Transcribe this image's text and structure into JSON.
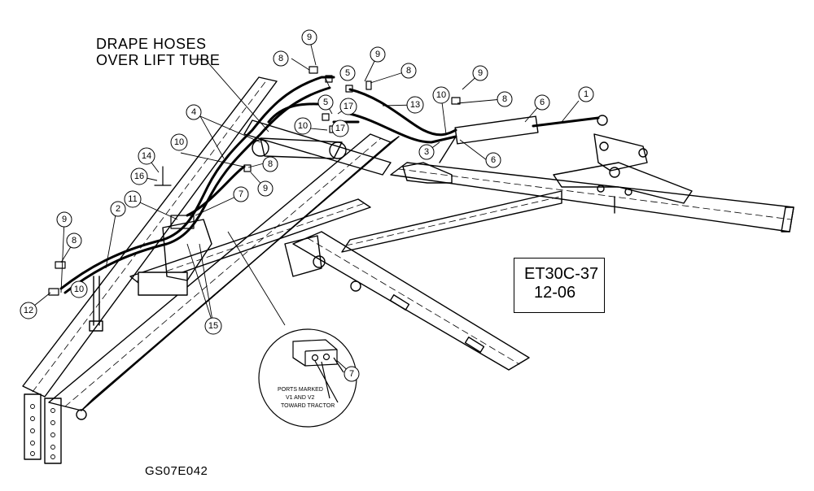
{
  "drawing": {
    "note_line1": "DRAPE HOSES",
    "note_line2": "OVER LIFT TUBE",
    "drawing_id": "GS07E042",
    "ref_code_line1": "ET30C-37",
    "ref_code_line2": "12-06",
    "detail_note_line1": "PORTS MARKED",
    "detail_note_line2": "V1 AND V2",
    "detail_note_line3": "TOWARD TRACTOR"
  },
  "callouts": [
    {
      "id": "c1",
      "label": "1"
    },
    {
      "id": "c2",
      "label": "2"
    },
    {
      "id": "c3",
      "label": "3"
    },
    {
      "id": "c4",
      "label": "4"
    },
    {
      "id": "c5a",
      "label": "5"
    },
    {
      "id": "c5b",
      "label": "5"
    },
    {
      "id": "c6a",
      "label": "6"
    },
    {
      "id": "c6b",
      "label": "6"
    },
    {
      "id": "c7a",
      "label": "7"
    },
    {
      "id": "c7b",
      "label": "7"
    },
    {
      "id": "c8a",
      "label": "8"
    },
    {
      "id": "c8b",
      "label": "8"
    },
    {
      "id": "c8c",
      "label": "8"
    },
    {
      "id": "c8d",
      "label": "8"
    },
    {
      "id": "c8e",
      "label": "8"
    },
    {
      "id": "c9a",
      "label": "9"
    },
    {
      "id": "c9b",
      "label": "9"
    },
    {
      "id": "c9c",
      "label": "9"
    },
    {
      "id": "c9d",
      "label": "9"
    },
    {
      "id": "c9e",
      "label": "9"
    },
    {
      "id": "c10a",
      "label": "10"
    },
    {
      "id": "c10b",
      "label": "10"
    },
    {
      "id": "c10c",
      "label": "10"
    },
    {
      "id": "c10d",
      "label": "10"
    },
    {
      "id": "c11",
      "label": "11"
    },
    {
      "id": "c12",
      "label": "12"
    },
    {
      "id": "c13",
      "label": "13"
    },
    {
      "id": "c14",
      "label": "14"
    },
    {
      "id": "c15",
      "label": "15"
    },
    {
      "id": "c16",
      "label": "16"
    },
    {
      "id": "c17a",
      "label": "17"
    },
    {
      "id": "c17b",
      "label": "17"
    }
  ]
}
